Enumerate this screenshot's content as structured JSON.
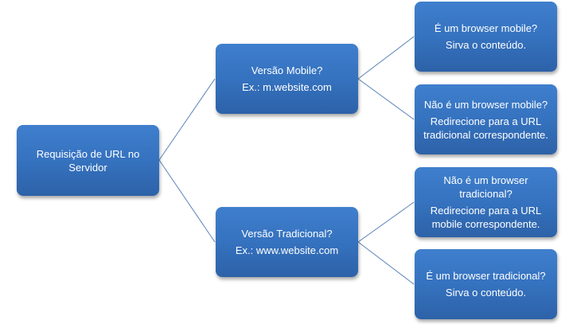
{
  "nodes": {
    "root": {
      "line1": "Requisição de URL no Servidor"
    },
    "mobile": {
      "line1": "Versão Mobile?",
      "line2": "Ex.: m.website.com"
    },
    "traditional": {
      "line1": "Versão Tradicional?",
      "line2": "Ex.: www.website.com"
    },
    "mobile_yes": {
      "line1": "É um browser mobile?",
      "line2": "Sirva o conteúdo."
    },
    "mobile_no": {
      "line1": "Não é um browser mobile?",
      "line2": "Redirecione para a URL tradicional correspondente."
    },
    "trad_no": {
      "line1": "Não é um browser tradicional?",
      "line2": "Redirecione para a URL mobile correspondente."
    },
    "trad_yes": {
      "line1": "É um browser tradicional?",
      "line2": "Sirva o conteúdo."
    }
  },
  "colors": {
    "box": "#3572bf",
    "line": "#4f7fb8"
  }
}
